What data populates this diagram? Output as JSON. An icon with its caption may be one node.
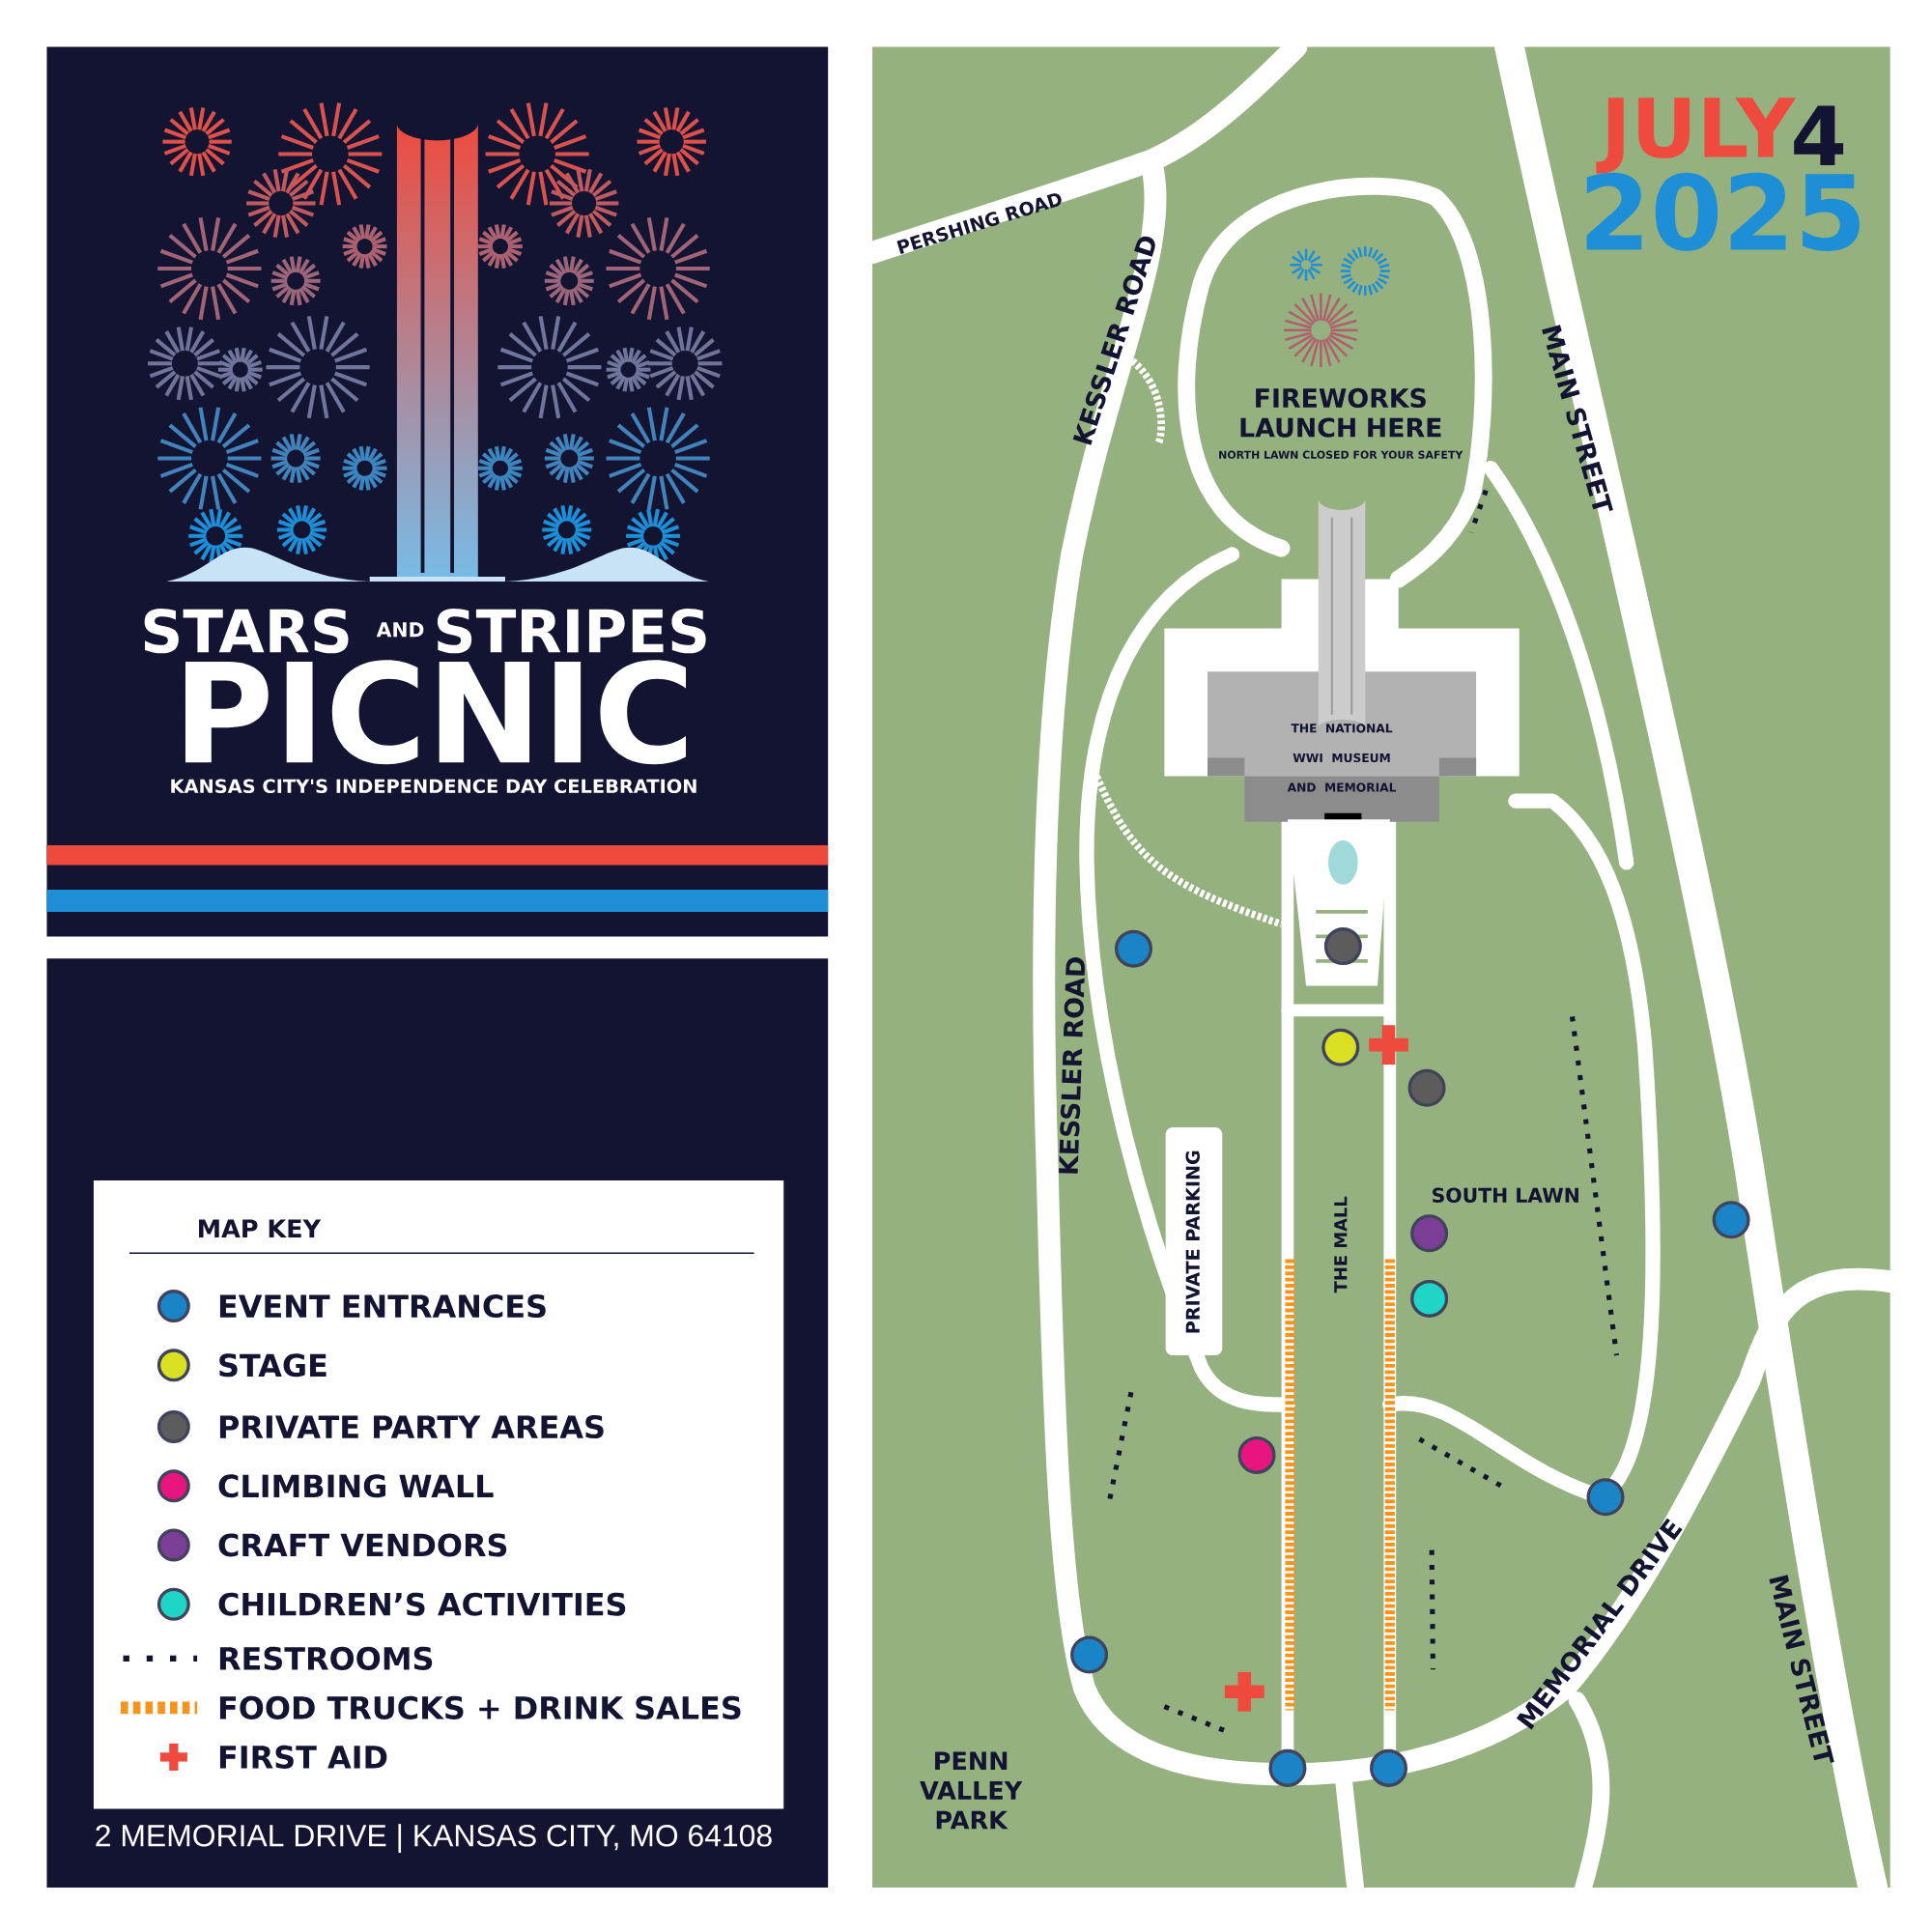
{
  "diagram": {
    "title": "PICNIC",
    "labels": [
      "STARS",
      "AND",
      "STRIPES",
      "KANSAS CITY'S INDEPENDENCE DAY CELEBRATION",
      "MAP KEY",
      "2 MEMORIAL DRIVE | KANSAS CITY, MO 64108",
      "PERSHING ROAD",
      "JULY",
      "4",
      "2025",
      "KESSLER ROAD",
      "MAIN STREET",
      "FIREWORKS LAUNCH HERE",
      "NORTH LAWN CLOSED FOR YOUR SAFETY",
      "THE NATIONAL WWI MUSEUM AND MEMORIAL",
      "KESSLER ROAD",
      "PRIVATE PARKING",
      "THE MALL",
      "SOUTH LAWN",
      "MEMORIAL DRIVE",
      "MAIN STREET",
      "PENN VALLEY PARK"
    ],
    "legend": [
      {
        "text": "EVENT ENTRANCES",
        "color": "#1b84c6"
      },
      {
        "text": "STAGE",
        "color": "#d9e021"
      },
      {
        "text": "PRIVATE PARTY AREAS",
        "color": "#5c5c5c"
      },
      {
        "text": "CLIMBING WALL",
        "color": "#e8157f"
      },
      {
        "text": "CRAFT VENDORS",
        "color": "#7b3e97"
      },
      {
        "text": "CHILDREN’S ACTIVITIES",
        "color": "#1fd6c6"
      },
      {
        "text": "RESTROOMS"
      },
      {
        "text": "FOOD TRUCKS + DRINK SALES"
      },
      {
        "text": "FIRST AID"
      }
    ]
  }
}
